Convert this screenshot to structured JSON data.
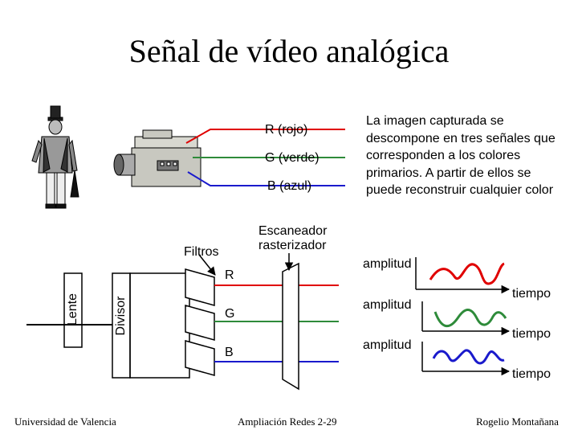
{
  "slide": {
    "title": "Señal de vídeo analógica",
    "description": "La imagen capturada se descompone en tres señales que corresponden a los colores primarios. A partir de ellos se puede reconstruir cualquier color"
  },
  "camera_outputs": {
    "r": "R (rojo)",
    "g": "G (verde)",
    "b": "B (azul)"
  },
  "diagram": {
    "filtros": "Filtros",
    "escaneador_line1": "Escaneador",
    "escaneador_line2": "rasterizador",
    "lente": "Lente",
    "divisor": "Divisor",
    "channel_r": "R",
    "channel_g": "G",
    "channel_b": "B"
  },
  "waveforms": {
    "amplitude_label": "amplitud",
    "time_label": "tiempo"
  },
  "colors": {
    "red": "#e00000",
    "green": "#2e8b3a",
    "blue": "#1a1acc"
  },
  "footer": {
    "left": "Universidad de Valencia",
    "center": "Ampliación Redes 2-29",
    "right": "Rogelio Montañana"
  }
}
